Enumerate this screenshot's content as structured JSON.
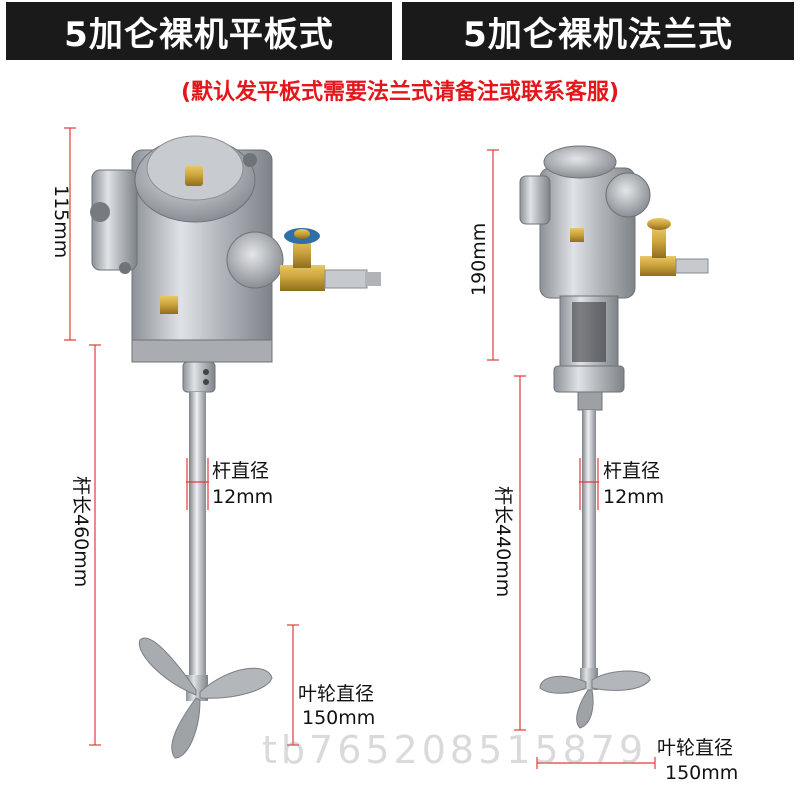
{
  "header": {
    "left_title": "5加仑裸机平板式",
    "right_title": "5加仑裸机法兰式"
  },
  "notice": "(默认发平板式需要法兰式请备注或联系客服)",
  "left_product": {
    "height_label": "115mm",
    "rod_diameter_label": "杆直径",
    "rod_diameter_value": "12mm",
    "rod_length_label": "杆长460mm",
    "impeller_label": "叶轮直径",
    "impeller_value": "150mm"
  },
  "right_product": {
    "height_label": "190mm",
    "rod_diameter_label": "杆直径",
    "rod_diameter_value": "12mm",
    "rod_length_label": "杆长440mm",
    "impeller_label": "叶轮直径",
    "impeller_value": "150mm"
  },
  "watermark": "tb765208515879",
  "colors": {
    "header_bg": "#1a1a1a",
    "notice_red": "#e5161b",
    "dimension_red": "#e33b3b",
    "metal": "#b8bcc2",
    "brass": "#c9a13a"
  }
}
